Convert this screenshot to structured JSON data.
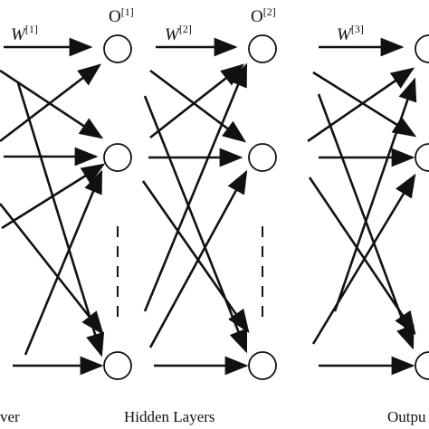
{
  "weights": [
    {
      "base": "W",
      "sup": "[1]"
    },
    {
      "base": "W",
      "sup": "[2]"
    },
    {
      "base": "W",
      "sup": "[3]"
    }
  ],
  "outputs": [
    {
      "base": "O",
      "sup": "[1]"
    },
    {
      "base": "O",
      "sup": "[2]"
    }
  ],
  "layer_labels": {
    "input": "ver",
    "hidden": "Hidden Layers",
    "output": "Outpu"
  },
  "colors": {
    "stroke": "#111111",
    "background": "#ffffff"
  }
}
